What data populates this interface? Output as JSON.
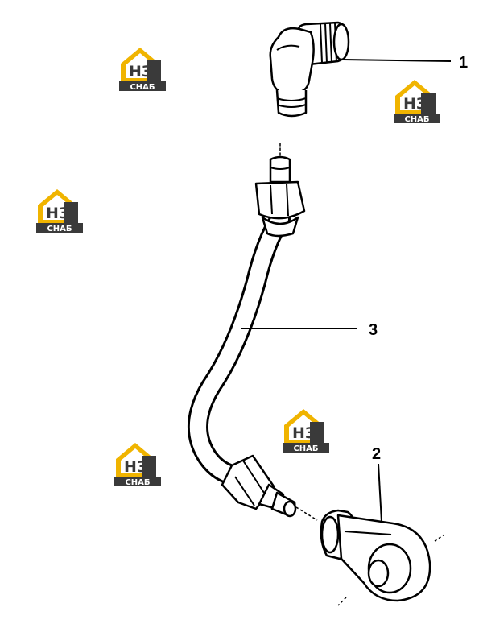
{
  "callouts": [
    {
      "label": "1",
      "part": "elbow-fitting"
    },
    {
      "label": "2",
      "part": "banjo-fitting"
    },
    {
      "label": "3",
      "part": "fuel-pipe"
    }
  ],
  "watermark": {
    "letters": "НЗ",
    "subtitle": "СНАБ",
    "colors": {
      "accent": "#f0b400",
      "dark": "#3a3a3a",
      "text": "#ffffff"
    }
  },
  "colors": {
    "line": "#000000",
    "background": "#ffffff"
  }
}
